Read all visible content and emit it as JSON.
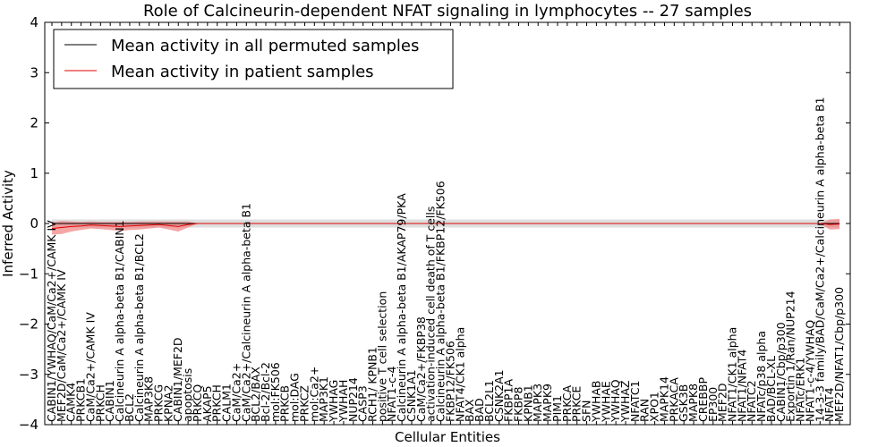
{
  "chart_data": {
    "type": "line",
    "title": "Role of Calcineurin-dependent NFAT signaling in lymphocytes -- 27 samples",
    "xlabel": "Cellular Entities",
    "ylabel": "Inferred Activity",
    "ylim": [
      -4,
      4
    ],
    "yticks": [
      "4",
      "3",
      "2",
      "1",
      "0",
      "−1",
      "−2",
      "−3",
      "−4"
    ],
    "grid": false,
    "legend_position": "top-left",
    "colors": {
      "permuted": "#000000",
      "patient": "#e00000",
      "patient_band": "#f08080",
      "permuted_band": "#c8c8c8"
    },
    "categories": [
      "CABIN1/YWHAQ/CaM/Ca2+/CAMK IV",
      "MEF2D/CaM/Ca2+/CAMK IV",
      "CAMK4",
      "PRKCB1",
      "CaM/Ca2+/CAMK IV",
      "PRKCH",
      "CABIN1",
      "Calcineurin A alpha-beta B1/CABIN1",
      "BCL2",
      "Calcineurin A alpha-beta B1/BCL2",
      "MAP3K8",
      "PRKCG",
      "KPNA2",
      "CABIN1/MEF2D",
      "apoptosis",
      "PRKCQ",
      "AKAP5",
      "PRKCH",
      "CALM1",
      "CaM/Ca2+",
      "CaM/Ca2+/Calcineurin A alpha-beta B1",
      "BCL2/BAX",
      "Bcl-2/Bcl-2",
      "mol:FK506",
      "PRKCB",
      "mol:DAG",
      "PRKCZ",
      "mol:Ca2+",
      "MAP3K1",
      "YWHAG",
      "YWHAH",
      "NUP214",
      "CASP3",
      "RCH1/ KPNB1",
      "positive T cell selection",
      "NFAT1-c-4",
      "Calcineurin A alpha-beta B1/AKAP79/PKA",
      "CSNK1A1",
      "CaM/Ca2+/FKBP38",
      "activation-induced cell death of T cells",
      "Calcineurin A alpha-beta B1/FKBP12/FK506",
      "FKBP12/FK506",
      "NFAT4/CK1 alpha",
      "BAX",
      "BAD",
      "BCL2L1",
      "CSNK2A1",
      "FKBP1A",
      "FKBP8",
      "KPNB1",
      "MAPK3",
      "MAPK9",
      "PIM1",
      "PRKCA",
      "PRKCE",
      "SFN",
      "YWHAB",
      "YWHAE",
      "YWHAQ",
      "YWHAZ",
      "NFATC1",
      "RAN",
      "XPO1",
      "MAPK14",
      "PRKACA",
      "GSK3B",
      "MAPK8",
      "CREBBP",
      "EP300",
      "MEF2D",
      "NFAT1/CK1 alpha",
      "NFAT1/NFAT4",
      "NFATC2",
      "NFATc/p38 alpha",
      "BAD/BCL-XL",
      "CABIN1/Cbp/p300",
      "Exportin 1/Ran/NUP214",
      "NFATc/ERK1",
      "NFAT1-c-4/YWHAQ",
      "14-3-3 family/BAD/CaM/Ca2+/Calcineurin A alpha-beta B1",
      "NFAT4",
      "MEF2D/NFAT1/Cbp/p300"
    ],
    "series": [
      {
        "name": "Mean activity in all permuted samples",
        "values": [
          0.0,
          0.0,
          0.0,
          0.0,
          0.0,
          0.0,
          0.0,
          0.0,
          0.0,
          0.0,
          0.0,
          0.0,
          0.0,
          0.0,
          0.0,
          0.0,
          0.0,
          0.0,
          0.0,
          0.0,
          0.0,
          0.0,
          0.0,
          0.0,
          0.0,
          0.0,
          0.0,
          0.0,
          0.0,
          0.0,
          0.0,
          0.0,
          0.0,
          0.0,
          0.0,
          0.0,
          0.0,
          0.0,
          0.0,
          0.0,
          0.0,
          0.0,
          0.0,
          0.0,
          0.0,
          0.0,
          0.0,
          0.0,
          0.0,
          0.0,
          0.0,
          0.0,
          0.0,
          0.0,
          0.0,
          0.0,
          0.0,
          0.0,
          0.0,
          0.0,
          0.0,
          0.0,
          0.0,
          0.0,
          0.0,
          0.0,
          0.0,
          0.0,
          0.0,
          0.0,
          0.0,
          0.0,
          0.0,
          0.0,
          0.0,
          0.0,
          0.0,
          0.0,
          0.0,
          0.0,
          0.0,
          0.0
        ],
        "spread": 0.08
      },
      {
        "name": "Mean activity in patient samples",
        "values": [
          -0.1,
          -0.08,
          -0.06,
          -0.05,
          -0.03,
          -0.04,
          -0.05,
          -0.06,
          -0.05,
          -0.04,
          -0.03,
          -0.02,
          -0.04,
          -0.06,
          -0.02,
          0.0,
          0.0,
          0.0,
          0.0,
          0.0,
          0.0,
          0.0,
          0.0,
          0.0,
          0.0,
          0.0,
          0.0,
          0.0,
          0.0,
          0.0,
          0.0,
          0.0,
          0.0,
          0.0,
          0.0,
          0.0,
          0.0,
          0.0,
          0.0,
          0.0,
          0.0,
          0.0,
          0.0,
          0.0,
          0.0,
          0.0,
          0.0,
          0.0,
          0.0,
          0.0,
          0.0,
          0.0,
          0.0,
          0.0,
          0.0,
          0.0,
          0.0,
          0.0,
          0.0,
          0.0,
          0.0,
          0.0,
          0.0,
          0.0,
          0.0,
          0.0,
          0.0,
          0.0,
          0.0,
          0.0,
          0.0,
          0.0,
          0.0,
          0.0,
          0.0,
          0.0,
          0.0,
          0.0,
          0.0,
          0.0,
          -0.02,
          -0.01
        ],
        "spread": [
          0.12,
          0.13,
          0.1,
          0.08,
          0.07,
          0.07,
          0.08,
          0.09,
          0.08,
          0.08,
          0.07,
          0.06,
          0.08,
          0.1,
          0.06,
          0.0,
          0.0,
          0.0,
          0.0,
          0.0,
          0.0,
          0.0,
          0.0,
          0.0,
          0.0,
          0.0,
          0.0,
          0.0,
          0.0,
          0.0,
          0.0,
          0.0,
          0.0,
          0.0,
          0.0,
          0.0,
          0.0,
          0.0,
          0.0,
          0.0,
          0.0,
          0.0,
          0.0,
          0.0,
          0.0,
          0.0,
          0.0,
          0.0,
          0.0,
          0.0,
          0.0,
          0.0,
          0.0,
          0.0,
          0.0,
          0.0,
          0.0,
          0.0,
          0.0,
          0.0,
          0.0,
          0.0,
          0.0,
          0.0,
          0.0,
          0.0,
          0.0,
          0.0,
          0.0,
          0.0,
          0.0,
          0.0,
          0.0,
          0.0,
          0.0,
          0.0,
          0.0,
          0.0,
          0.0,
          0.0,
          0.1,
          0.1
        ]
      }
    ]
  }
}
